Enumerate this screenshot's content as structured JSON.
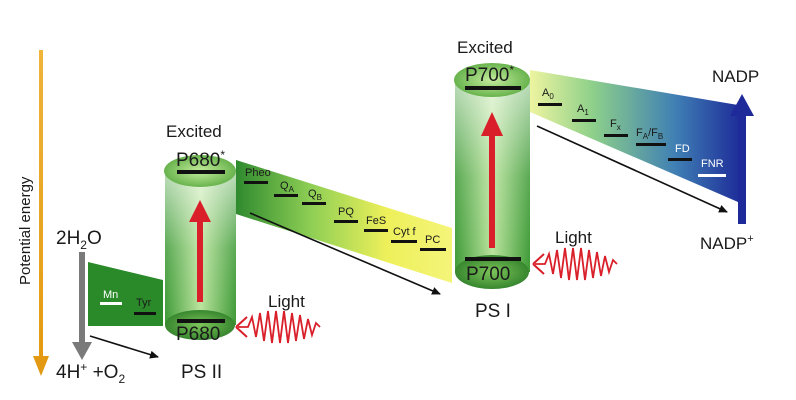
{
  "axis": {
    "label": "Potential energy"
  },
  "water": {
    "reactant_base": "2H",
    "reactant_sub": "2",
    "reactant_tail": "O",
    "products": {
      "h": "4H",
      "h_sup": "+",
      "plus": " +O",
      "o_sub": "2"
    }
  },
  "ps2": {
    "name": "PS II",
    "ground": "P680",
    "excited": "P680",
    "excited_mark": "*",
    "excited_label": "Excited",
    "light": "Light",
    "donors": [
      "Mn",
      "Tyr"
    ],
    "carriers": [
      {
        "base": "Pheo",
        "sub": ""
      },
      {
        "base": "Q",
        "sub": "A"
      },
      {
        "base": "Q",
        "sub": "B"
      },
      {
        "base": "PQ",
        "sub": ""
      },
      {
        "base": "FeS",
        "sub": ""
      },
      {
        "base": "Cyt f",
        "sub": ""
      },
      {
        "base": "PC",
        "sub": ""
      }
    ]
  },
  "ps1": {
    "name": "PS I",
    "ground": "P700",
    "excited": "P700",
    "excited_mark": "*",
    "excited_label": "Excited",
    "light": "Light",
    "carriers": [
      {
        "base": "A",
        "sub": "0"
      },
      {
        "base": "A",
        "sub": "1"
      },
      {
        "base": "F",
        "sub": "x"
      },
      {
        "base": "F",
        "sub": "A",
        "tail": "/F",
        "sub2": "B"
      },
      {
        "base": "FD",
        "sub": ""
      },
      {
        "base": "FNR",
        "sub": ""
      }
    ]
  },
  "nadp": {
    "top": "NADP",
    "bottom": "NADP",
    "bottom_sup": "+"
  },
  "colors": {
    "axis": "#e8a61c",
    "excitation": "#d9202a",
    "light_wave": "#d9202a",
    "dark_green": "#1f7a1f",
    "mid_green": "#66bb44",
    "yellow": "#eef05a",
    "blue": "#2233a0"
  }
}
